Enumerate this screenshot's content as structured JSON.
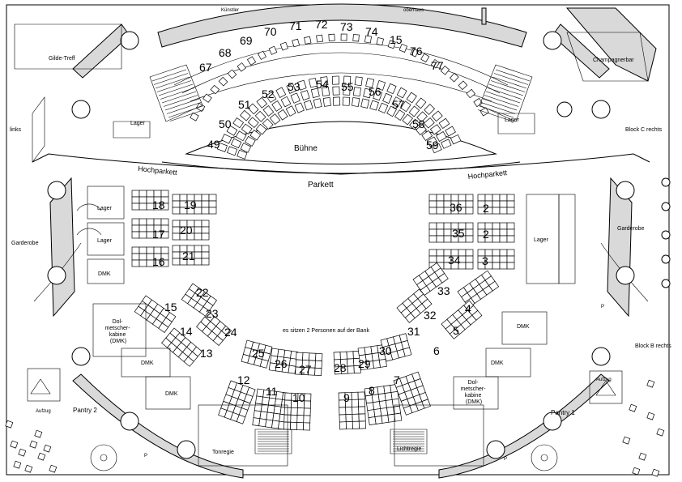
{
  "rooms": {
    "buehne": "Bühne",
    "parkett": "Parkett",
    "hochparkett_left": "Hochparkett",
    "hochparkett_right": "Hochparkett",
    "gilde_treff": "Gilde-Treff",
    "champagnerbar": "Champagnerbar",
    "block_c_rechts": "Block C rechts",
    "block_b_rechts": "Block B rechts",
    "links": "links",
    "garderobe_left": "Garderobe",
    "garderobe_right": "Garderobe",
    "lager_top_left": "Lager",
    "lager_top_right": "Lager",
    "lager_left_1": "Lager",
    "lager_left_2": "Lager",
    "lager_right": "Lager",
    "dmk_left_top": "DMK",
    "dmk_left_mid": "DMK",
    "dmk_left_bottom": "DMK",
    "dmk_right_top": "DMK",
    "dmk_right_mid": "DMK",
    "dolmetscher_left": [
      "Dol-",
      "metscher-",
      "kabine",
      "(DMK)"
    ],
    "dolmetscher_right": [
      "Dol-",
      "metscher-",
      "kabine",
      "(DMK)"
    ],
    "pantry_left": "Pantry 2",
    "pantry_right": "Pantry 1",
    "aufzug_left": "Aufzug",
    "aufzug_right": "Aufzug",
    "tonregie": "Tonregie",
    "lichtregie": "Lichtregie",
    "kuenstler": "Künstler",
    "oberhaus": "oberhaus",
    "p_left": "P",
    "p_right": "P",
    "p_mid_right": "P"
  },
  "note": "es sitzen 2 Personen auf der Bank",
  "blocks_outer_ring": [
    "67",
    "68",
    "69",
    "70",
    "71",
    "72",
    "73",
    "74",
    "15",
    "76",
    "77"
  ],
  "blocks_upper": [
    "49",
    "50",
    "51",
    "52",
    "53",
    "54",
    "55",
    "56",
    "57",
    "58",
    "59"
  ],
  "blocks_left": [
    "18",
    "19",
    "17",
    "20",
    "16",
    "21",
    "22",
    "15",
    "23",
    "14",
    "24",
    "13"
  ],
  "blocks_right": [
    "36",
    "2",
    "35",
    "2",
    "34",
    "3",
    "33",
    "4",
    "32",
    "5",
    "31",
    "6"
  ],
  "blocks_bottom": [
    "25",
    "26",
    "27",
    "12",
    "11",
    "10",
    "28",
    "29",
    "30",
    "9",
    "8",
    "7"
  ]
}
